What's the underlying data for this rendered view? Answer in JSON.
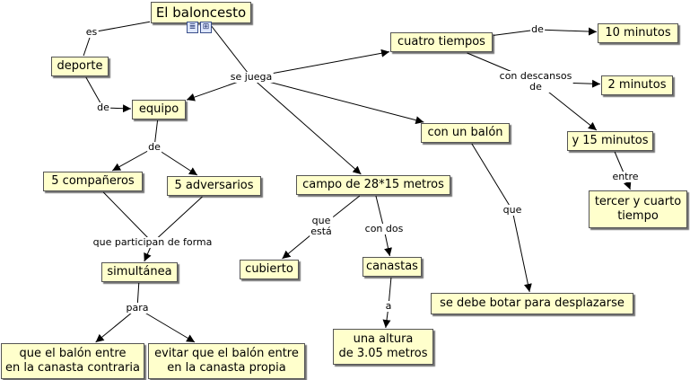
{
  "map": {
    "concepts": [
      {
        "id": "baloncesto",
        "label": "El baloncesto"
      },
      {
        "id": "deporte",
        "label": "deporte"
      },
      {
        "id": "equipo",
        "label": "equipo"
      },
      {
        "id": "companeros",
        "label": "5 compañeros"
      },
      {
        "id": "adversarios",
        "label": "5 adversarios"
      },
      {
        "id": "simultanea",
        "label": "simultánea"
      },
      {
        "id": "canasta_contraria",
        "label": "que el balón entre\nen la canasta contraria"
      },
      {
        "id": "canasta_propia",
        "label": "evitar que el balón entre\nen la canasta propia"
      },
      {
        "id": "campo",
        "label": "campo de 28*15 metros"
      },
      {
        "id": "cubierto",
        "label": "cubierto"
      },
      {
        "id": "canastas",
        "label": "canastas"
      },
      {
        "id": "altura",
        "label": "una altura\nde 3.05 metros"
      },
      {
        "id": "balon",
        "label": "con un balón"
      },
      {
        "id": "botar",
        "label": "se debe botar para desplazarse"
      },
      {
        "id": "cuatro_tiempos",
        "label": "cuatro tiempos"
      },
      {
        "id": "diez_minutos",
        "label": "10 minutos"
      },
      {
        "id": "dos_minutos",
        "label": "2 minutos"
      },
      {
        "id": "quince_minutos",
        "label": "y 15 minutos"
      },
      {
        "id": "tercer_cuarto",
        "label": "tercer y cuarto\ntiempo"
      }
    ],
    "phrases": [
      {
        "id": "es",
        "label": "es"
      },
      {
        "id": "de_deporte",
        "label": "de"
      },
      {
        "id": "de_equipo",
        "label": "de"
      },
      {
        "id": "participan",
        "label": "que participan de forma"
      },
      {
        "id": "para",
        "label": "para"
      },
      {
        "id": "se_juega",
        "label": "se juega"
      },
      {
        "id": "que_esta",
        "label": "que\nestá"
      },
      {
        "id": "con_dos",
        "label": "con dos"
      },
      {
        "id": "a",
        "label": "a"
      },
      {
        "id": "que_balon",
        "label": "que"
      },
      {
        "id": "de_tiempos",
        "label": "de"
      },
      {
        "id": "con_descansos",
        "label": "con descansos\nde"
      },
      {
        "id": "entre",
        "label": "entre"
      }
    ],
    "links": [
      [
        "baloncesto",
        "es",
        "line"
      ],
      [
        "es",
        "deporte",
        "line"
      ],
      [
        "deporte",
        "de_deporte",
        "line"
      ],
      [
        "de_deporte",
        "equipo",
        "arrow"
      ],
      [
        "equipo",
        "de_equipo",
        "line"
      ],
      [
        "de_equipo",
        "companeros",
        "arrow"
      ],
      [
        "de_equipo",
        "adversarios",
        "arrow"
      ],
      [
        "companeros",
        "participan",
        "line"
      ],
      [
        "adversarios",
        "participan",
        "line"
      ],
      [
        "participan",
        "simultanea",
        "arrow"
      ],
      [
        "simultanea",
        "para",
        "line"
      ],
      [
        "para",
        "canasta_contraria",
        "arrow"
      ],
      [
        "para",
        "canasta_propia",
        "arrow"
      ],
      [
        "baloncesto",
        "se_juega",
        "line"
      ],
      [
        "se_juega",
        "equipo",
        "arrow"
      ],
      [
        "se_juega",
        "cuatro_tiempos",
        "arrow"
      ],
      [
        "se_juega",
        "balon",
        "arrow"
      ],
      [
        "se_juega",
        "campo",
        "arrow"
      ],
      [
        "campo",
        "que_esta",
        "line"
      ],
      [
        "que_esta",
        "cubierto",
        "arrow"
      ],
      [
        "campo",
        "con_dos",
        "line"
      ],
      [
        "con_dos",
        "canastas",
        "arrow"
      ],
      [
        "canastas",
        "a",
        "line"
      ],
      [
        "a",
        "altura",
        "arrow"
      ],
      [
        "balon",
        "que_balon",
        "line"
      ],
      [
        "que_balon",
        "botar",
        "arrow"
      ],
      [
        "cuatro_tiempos",
        "de_tiempos",
        "line"
      ],
      [
        "de_tiempos",
        "diez_minutos",
        "arrow"
      ],
      [
        "cuatro_tiempos",
        "con_descansos",
        "line"
      ],
      [
        "con_descansos",
        "dos_minutos",
        "arrow"
      ],
      [
        "con_descansos",
        "quince_minutos",
        "arrow"
      ],
      [
        "quince_minutos",
        "entre",
        "line"
      ],
      [
        "entre",
        "tercer_cuarto",
        "arrow"
      ]
    ],
    "resource_icons": [
      {
        "name": "document-resource-icon",
        "glyph": "≣"
      },
      {
        "name": "concept-map-resource-icon",
        "glyph": "⊞"
      }
    ]
  }
}
